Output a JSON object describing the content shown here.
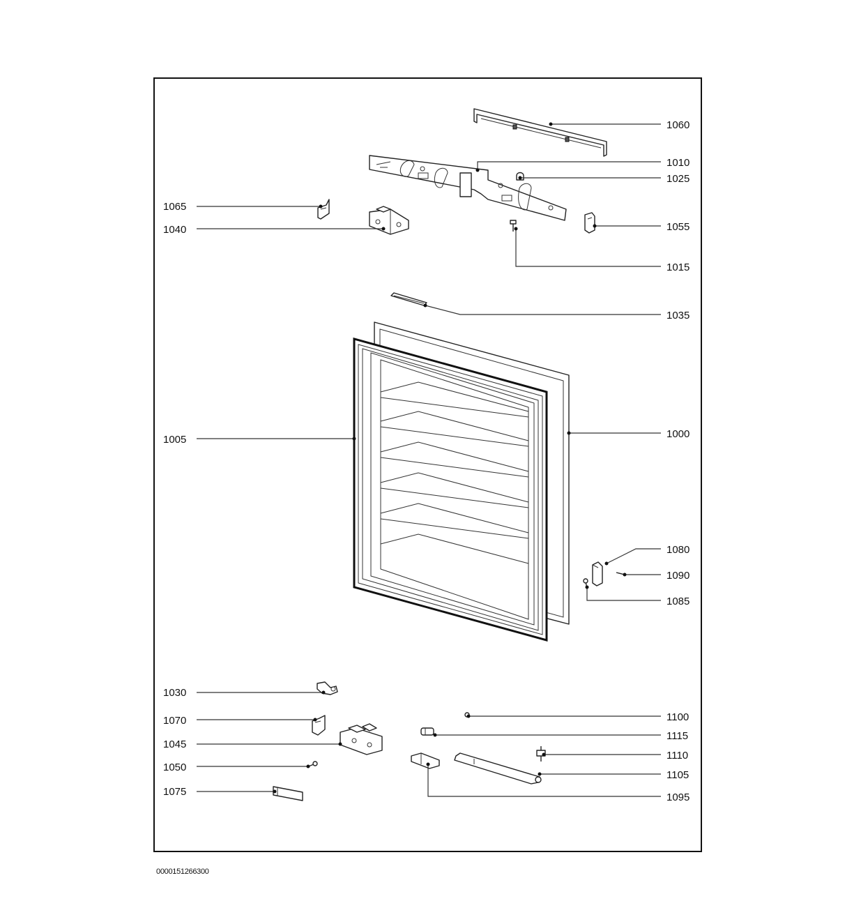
{
  "document_id": "0000151266300",
  "labels": {
    "p1060": "1060",
    "p1010": "1010",
    "p1025": "1025",
    "p1065": "1065",
    "p1040": "1040",
    "p1055": "1055",
    "p1015": "1015",
    "p1035": "1035",
    "p1005": "1005",
    "p1000": "1000",
    "p1080": "1080",
    "p1090": "1090",
    "p1085": "1085",
    "p1030": "1030",
    "p1070": "1070",
    "p1045": "1045",
    "p1050": "1050",
    "p1075": "1075",
    "p1100": "1100",
    "p1115": "1115",
    "p1110": "1110",
    "p1105": "1105",
    "p1095": "1095"
  }
}
